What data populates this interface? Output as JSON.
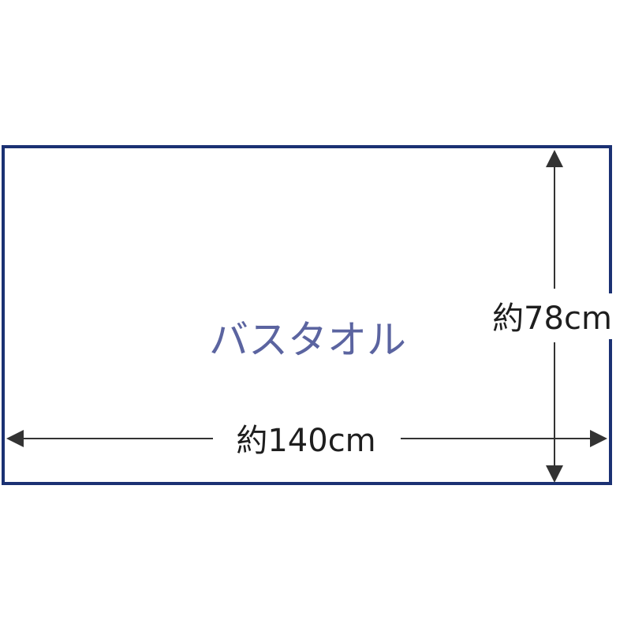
{
  "diagram": {
    "item_label": "バスタオル",
    "width_label": "約140cm",
    "height_label": "約78cm"
  },
  "colors": {
    "border": "#1b3173",
    "item_label": "#5b64a0",
    "dimension": "#333333"
  }
}
